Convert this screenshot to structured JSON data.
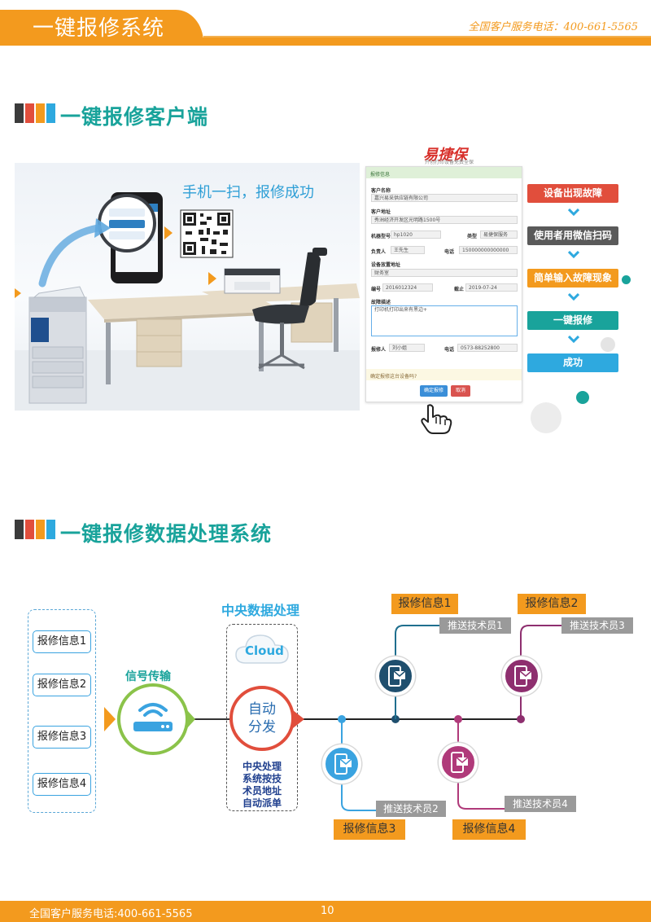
{
  "header": {
    "title": "一键报修系统",
    "phone": "全国客户服务电话：400-661-5565"
  },
  "section1": {
    "title": "一键报修客户端"
  },
  "photo": {
    "slogan": "手机一扫，报修成功"
  },
  "form": {
    "logo": "易捷保",
    "logo_sub": "开创打印设备免费全保",
    "panel_title": "报修信息",
    "customer_name_label": "客户名称",
    "customer_name": "嘉兴易采供应链有限公司",
    "customer_address_label": "客户地址",
    "customer_address": "秀洲经济开发区光明路1500号",
    "model_label": "机器型号",
    "model": "hp1020",
    "type_label": "类型",
    "type": "易捷保服务",
    "owner_label": "负责人",
    "owner": "王先生",
    "phone_label": "电话",
    "owner_phone": "150000000000000",
    "location_label": "设备放置地址",
    "location": "财务室",
    "number_label": "编号",
    "number": "2016012324",
    "deadline_label": "截止",
    "deadline": "2019-07-24",
    "fault_label": "故障描述",
    "fault": "打印机打印出来有黑边+",
    "reporter_label": "报修人",
    "reporter": "刘小姐",
    "reporter_phone": "0573-88252800",
    "confirm_text": "确定报修这台设备吗?",
    "ok_button": "确定报修",
    "cancel_button": "取消"
  },
  "flow": {
    "steps": [
      "设备出现故障",
      "使用者用微信扫码",
      "简单输入故障现象",
      "一键报修",
      "成功"
    ],
    "colors": [
      "#e14e3c",
      "#5a5a5a",
      "#f39a1e",
      "#19a39b",
      "#2ea9df"
    ]
  },
  "section2": {
    "title": "一键报修数据处理系统"
  },
  "diagram": {
    "info_boxes": [
      "报修信息1",
      "报修信息2",
      "报修信息3",
      "报修信息4"
    ],
    "signal_label": "信号传输",
    "central_label": "中央数据处理",
    "cloud_label": "Cloud",
    "dispatch": [
      "自动",
      "分发"
    ],
    "central_desc": [
      "中央处理",
      "系统按技",
      "术员地址",
      "自动派单"
    ],
    "orange_labels": [
      "报修信息1",
      "报修信息2",
      "报修信息3",
      "报修信息4"
    ],
    "gray_labels": [
      "推送技术员1",
      "推送技术员3",
      "推送技术员2",
      "推送技术员4"
    ]
  },
  "footer": {
    "phone": "全国客户服务电话:400-661-5565",
    "page": "10"
  },
  "colors": {
    "orange": "#f39a1e",
    "teal": "#19a39b",
    "blue": "#2ea9df",
    "red": "#e14e3c",
    "purple": "#8e2f6f",
    "pink": "#b03a7a",
    "navy": "#1f4f6e"
  }
}
